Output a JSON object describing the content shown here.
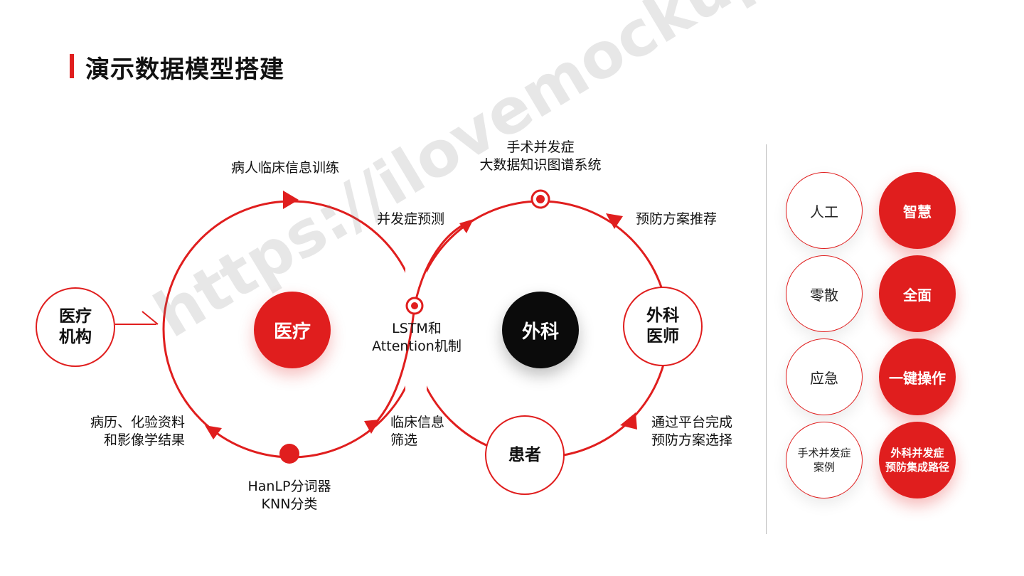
{
  "title": "演示数据模型搭建",
  "watermark": "https://ilovemockup.club 整理",
  "colors": {
    "accent": "#e01e1e",
    "dark": "#0b0b0b"
  },
  "nodes": {
    "medical_institution": "医疗\n机构",
    "medical_center": "医疗",
    "surgery_center": "外科",
    "surgeon": "外科\n医师",
    "patient": "患者"
  },
  "labels": {
    "clinical_training": "病人临床信息训练",
    "complication_prediction": "并发症预测",
    "knowledge_graph": "手术并发症\n大数据知识图谱系统",
    "prevention_recommend": "预防方案推荐",
    "lstm": "LSTM和\nAttention机制",
    "records": "病历、化验资料\n和影像学结果",
    "clinical_filter": "临床信息\n筛选",
    "hanlp": "HanLP分词器\nKNN分类",
    "platform_choose": "通过平台完成\n预防方案选择"
  },
  "comparison": [
    {
      "before": "人工",
      "after": "智慧"
    },
    {
      "before": "零散",
      "after": "全面"
    },
    {
      "before": "应急",
      "after": "一键操作"
    },
    {
      "before": "手术并发症\n案例",
      "after": "外科并发症\n预防集成路径"
    }
  ]
}
